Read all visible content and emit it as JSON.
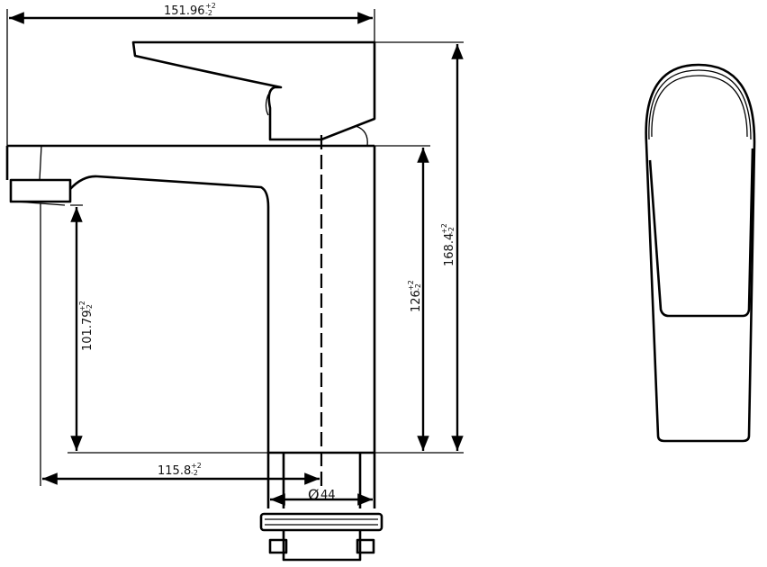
{
  "drawing": {
    "colors": {
      "line": "#000000",
      "background": "#ffffff"
    },
    "dimensions": [
      {
        "id": "overall-reach",
        "value": "151.96",
        "tol_plus": "+2",
        "tol_minus": "-2"
      },
      {
        "id": "overall-height",
        "value": "168.4",
        "tol_plus": "+2",
        "tol_minus": "-2"
      },
      {
        "id": "body-height",
        "value": "126",
        "tol_plus": "+2",
        "tol_minus": "-2"
      },
      {
        "id": "spout-height",
        "value": "101.79",
        "tol_plus": "+2",
        "tol_minus": "-2"
      },
      {
        "id": "spout-reach",
        "value": "115.8",
        "tol_plus": "+2",
        "tol_minus": "-2"
      },
      {
        "id": "body-diameter",
        "symbol": "Ø",
        "value": "44"
      }
    ]
  }
}
